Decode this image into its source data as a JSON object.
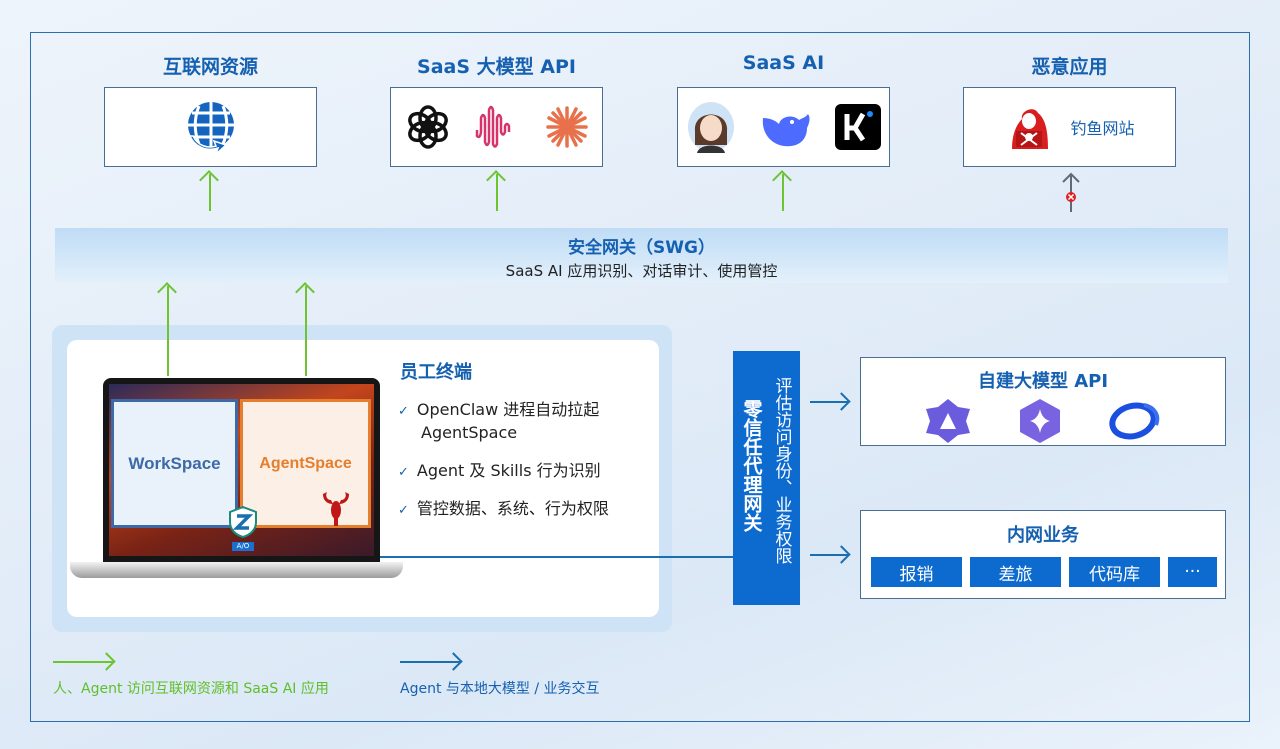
{
  "top": [
    {
      "title": "互联网资源",
      "icons": [
        "globe-refresh-icon"
      ]
    },
    {
      "title": "SaaS 大模型 API",
      "icons": [
        "openai-icon",
        "waveform-icon",
        "claude-sunburst-icon"
      ]
    },
    {
      "title": "SaaS AI",
      "icons": [
        "avatar-assistant-icon",
        "deepseek-whale-icon",
        "kimi-icon"
      ]
    },
    {
      "title": "恶意应用",
      "icons": [
        "hacker-icon"
      ],
      "label": "钓鱼网站",
      "blocked": true
    }
  ],
  "swg": {
    "title": "安全网关（SWG）",
    "subtitle": "SaaS AI 应用识别、对话审计、使用管控"
  },
  "endpoint": {
    "title": "员工终端",
    "workspace": "WorkSpace",
    "agentspace": "AgentSpace",
    "badge": "A/O",
    "items": [
      "OpenClaw  进程自动拉起",
      "AgentSpace",
      "Agent 及 Skills 行为识别",
      "管控数据、系统、行为权限"
    ]
  },
  "zerotrust": {
    "title": "零信任代理网关",
    "subtitle": "评估访问身份、业务权限"
  },
  "selfhosted": {
    "title": "自建大模型 API",
    "icons": [
      "qwen-icon",
      "hexagon-star-icon",
      "ring-logo-icon"
    ]
  },
  "intranet": {
    "title": "内网业务",
    "items": [
      "报销",
      "差旅",
      "代码库",
      "···"
    ]
  },
  "legend": {
    "green": "人、Agent 访问互联网资源和 SaaS AI 应用",
    "blue": "Agent 与本地大模型 / 业务交互"
  },
  "colors": {
    "green": "#6cc431",
    "blue": "#0d6bd0",
    "title": "#1560b0",
    "blocked": "#e02020"
  }
}
